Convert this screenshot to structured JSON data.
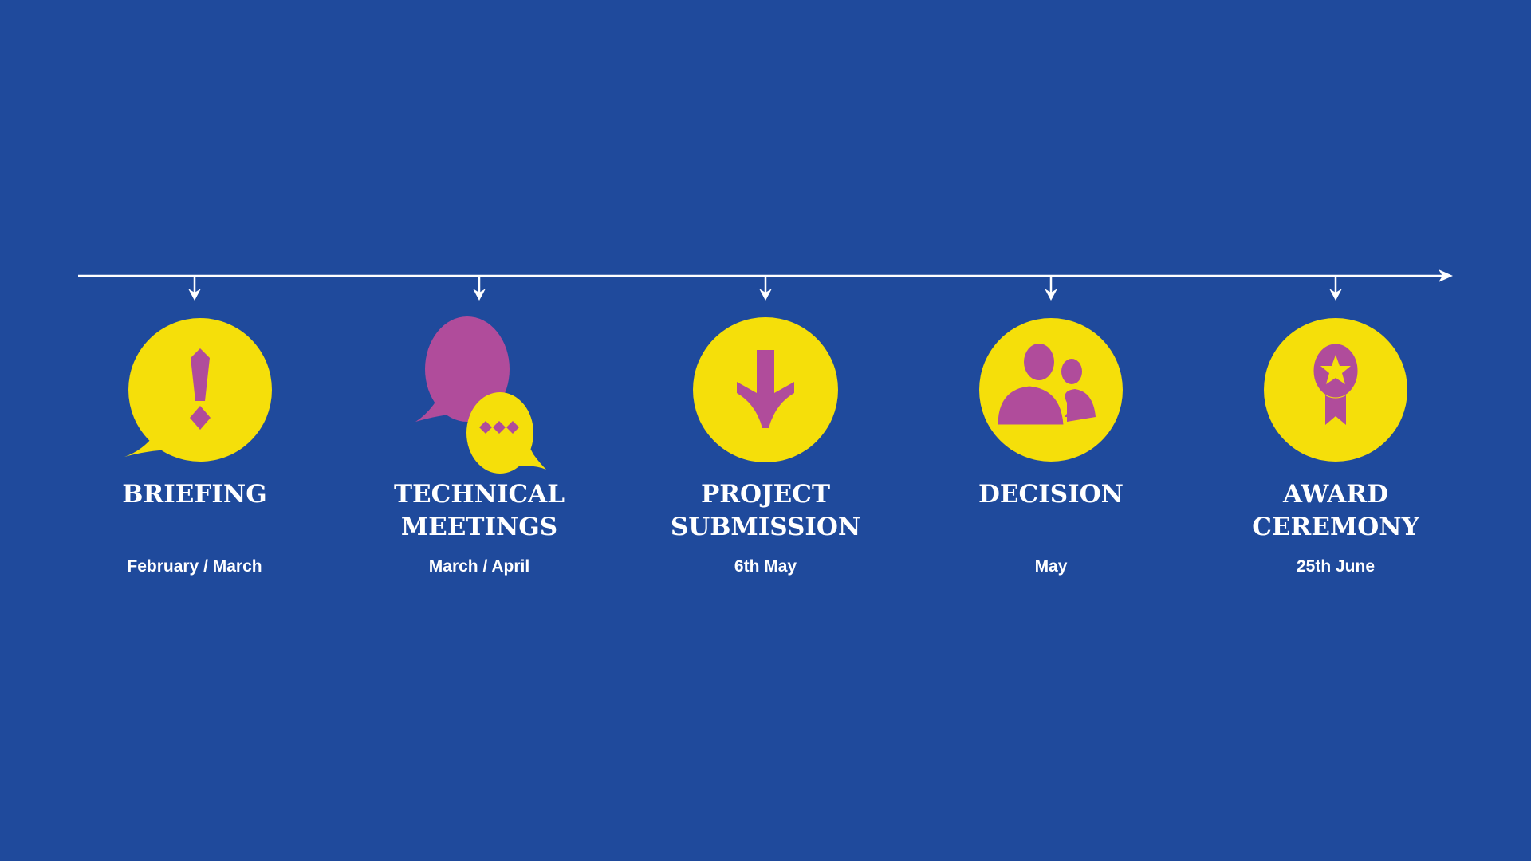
{
  "colors": {
    "background": "#1f4a9c",
    "yellow": "#f5df0a",
    "purple": "#b04c9b",
    "line": "#ffffff"
  },
  "steps": [
    {
      "icon": "exclamation-speech-bubble-icon",
      "title": [
        "BRIEFING"
      ],
      "date": "February / March"
    },
    {
      "icon": "chat-bubbles-icon",
      "title": [
        "TECHNICAL",
        "MEETINGS"
      ],
      "date": "March / April"
    },
    {
      "icon": "merge-arrow-down-icon",
      "title": [
        "PROJECT",
        "SUBMISSION"
      ],
      "date": "6th May"
    },
    {
      "icon": "people-icon",
      "title": [
        "DECISION"
      ],
      "date": "May"
    },
    {
      "icon": "award-ribbon-icon",
      "title": [
        "AWARD",
        "CEREMONY"
      ],
      "date": "25th June"
    }
  ]
}
